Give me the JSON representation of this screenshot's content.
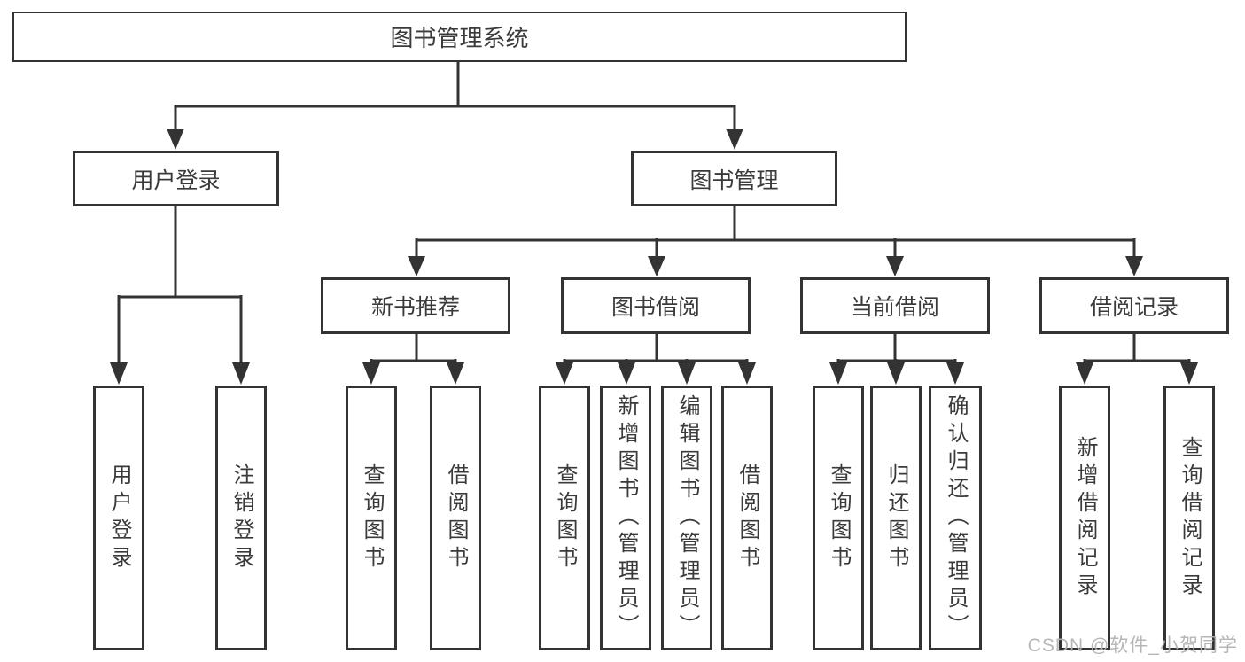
{
  "diagram": {
    "root_label": "图书管理系统",
    "branches": [
      {
        "label": "用户登录",
        "children": [
          "用户登录",
          "注销登录"
        ]
      },
      {
        "label": "图书管理",
        "groups": [
          {
            "label": "新书推荐",
            "children": [
              "查询图书",
              "借阅图书"
            ]
          },
          {
            "label": "图书借阅",
            "children": [
              "查询图书",
              "新增图书（管理员）",
              "编辑图书（管理员）",
              "借阅图书"
            ]
          },
          {
            "label": "当前借阅",
            "children": [
              "查询图书",
              "归还图书",
              "确认归还（管理员）"
            ]
          },
          {
            "label": "借阅记录",
            "children": [
              "新增借阅记录",
              "查询借阅记录"
            ]
          }
        ]
      }
    ],
    "line_color": "#333333",
    "watermark": "CSDN @软件_小贺同学"
  }
}
